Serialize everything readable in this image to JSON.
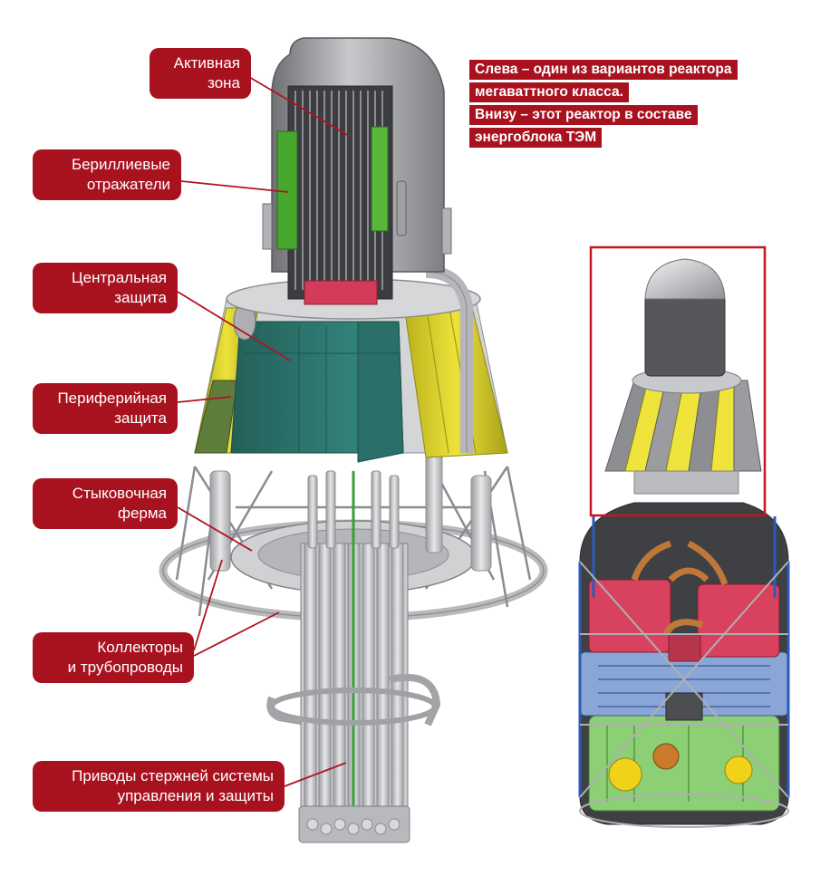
{
  "labels": [
    {
      "id": "core",
      "lines": [
        "Активная",
        "зона"
      ]
    },
    {
      "id": "beryllium",
      "lines": [
        "Бериллиевые",
        "отражатели"
      ]
    },
    {
      "id": "central",
      "lines": [
        "Центральная",
        "защита"
      ]
    },
    {
      "id": "peripheral",
      "lines": [
        "Периферийная",
        "защита"
      ]
    },
    {
      "id": "docking",
      "lines": [
        "Стыковочная",
        "ферма"
      ]
    },
    {
      "id": "collectors",
      "lines": [
        "Коллекторы",
        "и трубопроводы"
      ]
    },
    {
      "id": "drives",
      "lines": [
        "Приводы стержней системы",
        "управления и защиты"
      ]
    }
  ],
  "caption": [
    "Слева – один из вариантов реактора",
    "мегаваттного класса.",
    "Внизу – этот реактор в составе",
    "энергоблока ТЭМ"
  ],
  "colors": {
    "label_bg": "#a8121f",
    "label_text": "#ffffff",
    "shield_teal": "#2e7a72",
    "reflector_green": "#4caf2e",
    "peripheral_yellow": "#e6dc2c",
    "vessel_gray": "#8a8c8f",
    "highlight_frame": "#c8141e"
  }
}
